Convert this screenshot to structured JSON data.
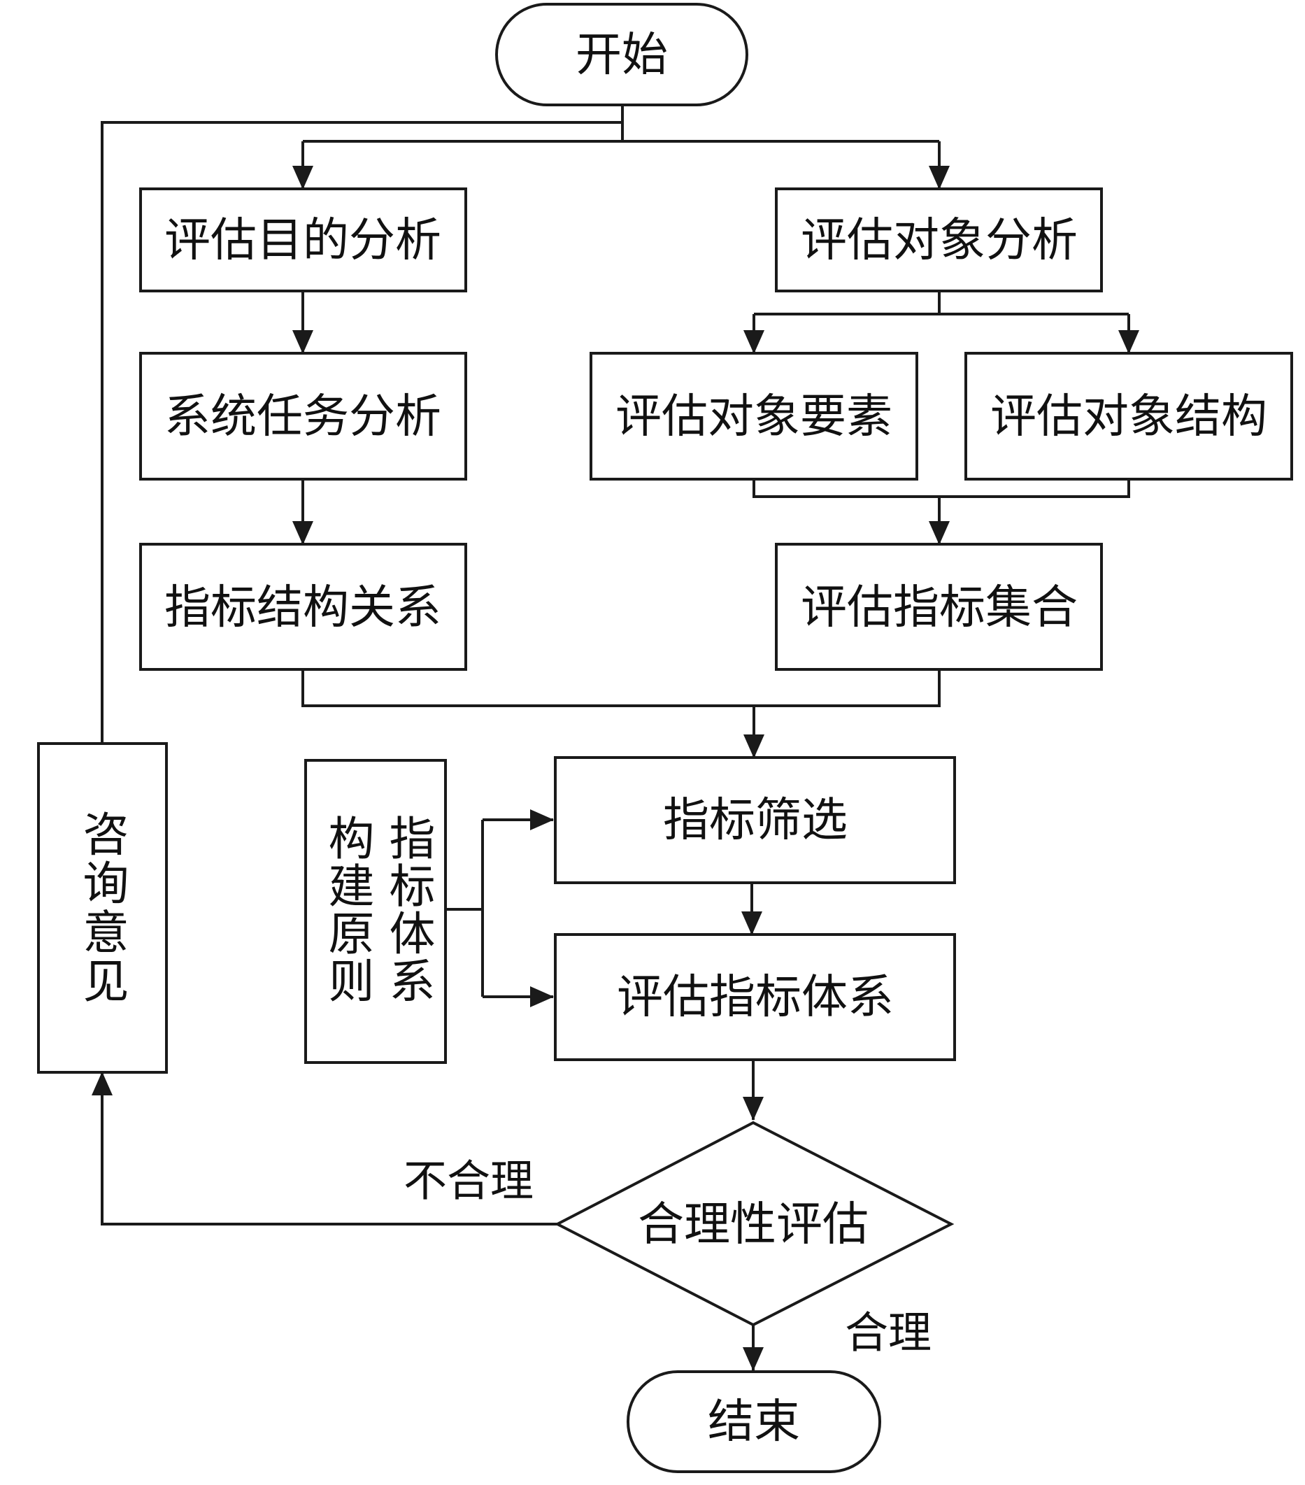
{
  "nodes": {
    "start": "开始",
    "purpose_analysis": "评估目的分析",
    "object_analysis": "评估对象分析",
    "task_analysis": "系统任务分析",
    "object_elements": "评估对象要素",
    "object_structure": "评估对象结构",
    "index_structure": "指标结构关系",
    "index_set": "评估指标集合",
    "index_screening": "指标筛选",
    "index_system": "评估指标体系",
    "principles": [
      "指标体系",
      "构建原则"
    ],
    "consultation": "咨询意见",
    "rationality": "合理性评估",
    "end": "结束"
  },
  "edge_labels": {
    "unreasonable": "不合理",
    "reasonable": "合理"
  }
}
